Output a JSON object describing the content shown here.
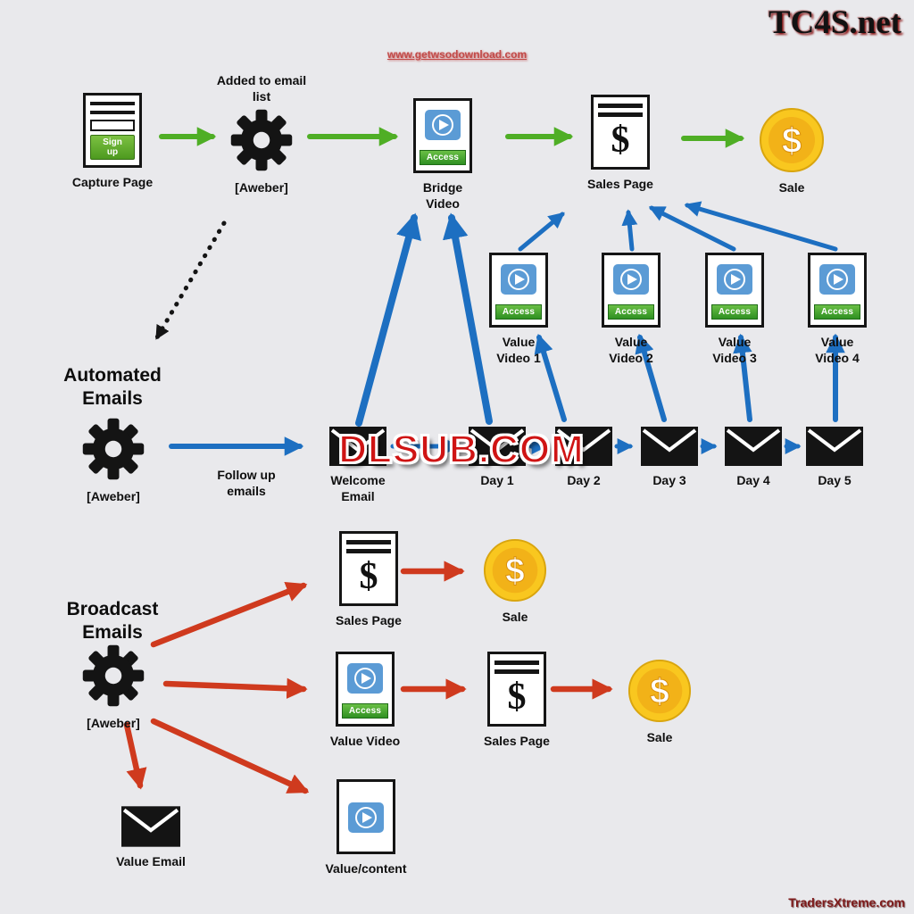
{
  "watermarks": {
    "tc4s": "TC4S.net",
    "getwso": "www.getwsodownload.com",
    "dlsub": "DLSUB.COM",
    "tradersxtreme": "TradersXtreme.com"
  },
  "symbols": {
    "dollar": "$"
  },
  "colors": {
    "background": "#e9e9ec",
    "green_arrow": "#4fae25",
    "blue_arrow": "#1d6fc1",
    "red_arrow": "#cf3a1e",
    "access_green": "#2f9022",
    "signup_green": "#4d9a1f",
    "coin_gold": "#f9c71f",
    "play_blue": "#5b9bd5"
  },
  "top_row": {
    "capture_page": {
      "label": "Capture Page",
      "button": "Sign up"
    },
    "aweber": {
      "note": "Added to email list",
      "label": "[Aweber]"
    },
    "bridge_video": {
      "label": "Bridge Video",
      "badge": "Access"
    },
    "sales_page": {
      "label": "Sales Page"
    },
    "sale": {
      "label": "Sale"
    }
  },
  "automated": {
    "heading": "Automated Emails",
    "aweber_label": "[Aweber]",
    "follow_up": "Follow up emails",
    "emails": [
      {
        "label": "Welcome Email"
      },
      {
        "label": "Day 1"
      },
      {
        "label": "Day 2"
      },
      {
        "label": "Day 3"
      },
      {
        "label": "Day 4"
      },
      {
        "label": "Day 5"
      }
    ],
    "value_videos": [
      {
        "label": "Value Video 1",
        "badge": "Access"
      },
      {
        "label": "Value Video 2",
        "badge": "Access"
      },
      {
        "label": "Value Video 3",
        "badge": "Access"
      },
      {
        "label": "Value Video 4",
        "badge": "Access"
      }
    ]
  },
  "broadcast": {
    "heading": "Broadcast Emails",
    "aweber_label": "[Aweber]",
    "row1": {
      "sales_page": "Sales Page",
      "sale": "Sale"
    },
    "row2": {
      "value_video": "Value Video",
      "badge": "Access",
      "sales_page": "Sales Page",
      "sale": "Sale"
    },
    "value_email": "Value Email",
    "value_content": "Value/content"
  }
}
